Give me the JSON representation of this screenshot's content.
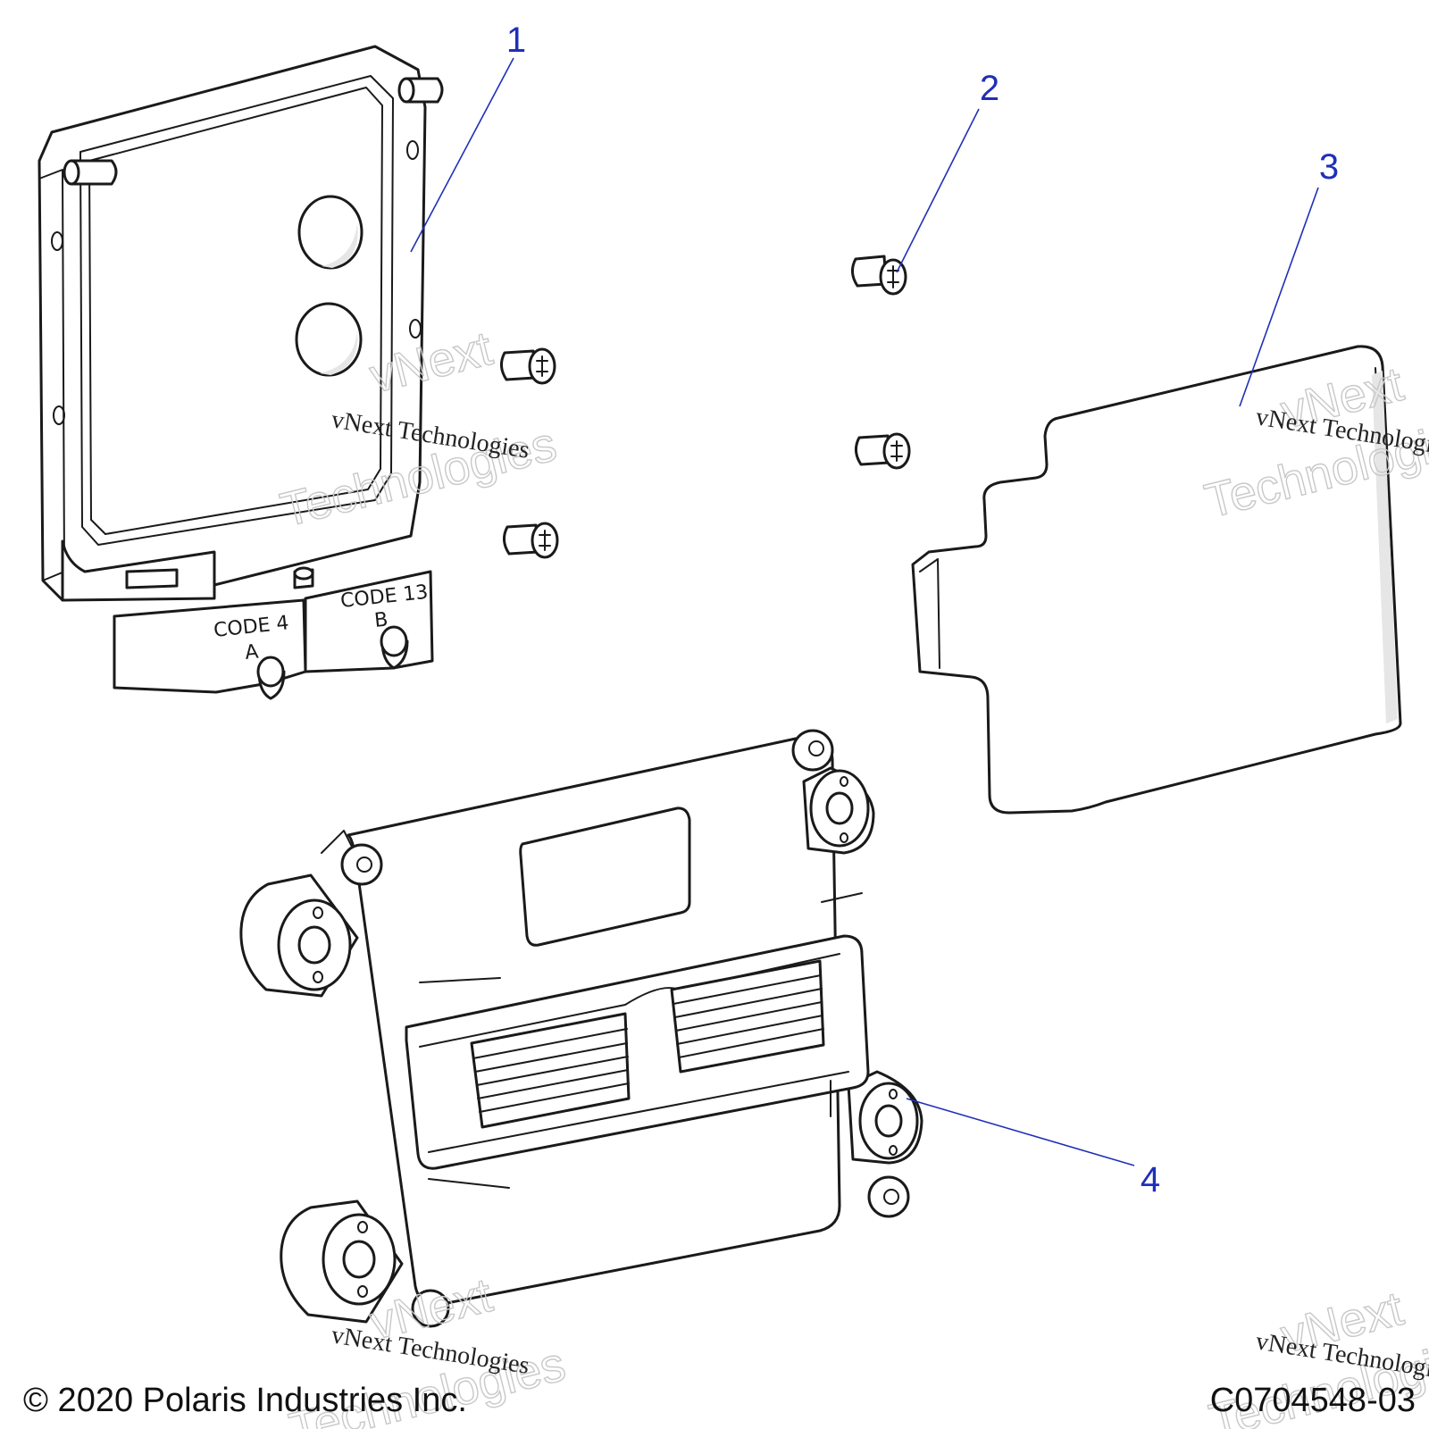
{
  "callouts": [
    {
      "number": "1",
      "part": "ecu-bracket"
    },
    {
      "number": "2",
      "part": "screw"
    },
    {
      "number": "3",
      "part": "ecu-pad"
    },
    {
      "number": "4",
      "part": "ecu-module"
    }
  ],
  "connector_labels": {
    "a_code": "CODE 4",
    "a_letter": "A",
    "b_code": "CODE 13",
    "b_letter": "B"
  },
  "watermark": {
    "line_serif": "vNext Technologies",
    "line_outline_1": "vNext",
    "line_outline_2": "Technologies"
  },
  "footer": {
    "copyright": "© 2020 Polaris Industries Inc.",
    "drawing_number": "C0704548-03"
  }
}
